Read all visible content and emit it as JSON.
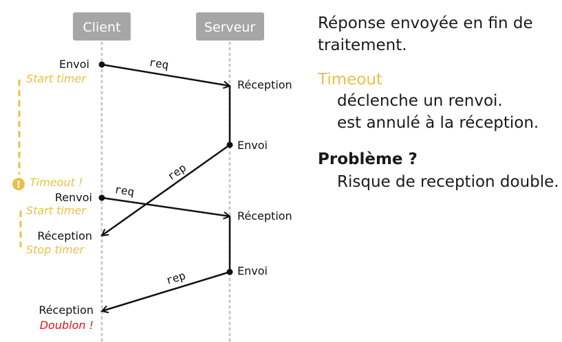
{
  "colors": {
    "actor_box": "#a6a6a6",
    "lifeline": "#c8c8c8",
    "arrow": "#111111",
    "timer": "#e8c04a",
    "alert": "#e8101a"
  },
  "actors": {
    "client": "Client",
    "server": "Serveur"
  },
  "messages": {
    "req1": "req",
    "rep1": "rep",
    "req2": "req",
    "rep2": "rep"
  },
  "client_labels": {
    "envoi": "Envoi",
    "renvoi": "Renvoi",
    "reception1": "Réception",
    "reception2": "Réception"
  },
  "server_labels": {
    "reception1": "Réception",
    "envoi1": "Envoi",
    "reception2": "Réception",
    "envoi2": "Envoi"
  },
  "timer_labels": {
    "start1": "Start timer",
    "timeout": "Timeout !",
    "timeout_icon": "!",
    "start2": "Start timer",
    "stop": "Stop timer"
  },
  "duplicate_label": "Doublon !",
  "icons": {
    "timeout": "warning-circle-icon"
  },
  "explanation": {
    "line1": "Réponse envoyée en fin de",
    "line2": "traitement.",
    "timeout_title": "Timeout",
    "timeout_item1": "déclenche un renvoi.",
    "timeout_item2": "est annulé à la réception.",
    "problem_title": "Problème ?",
    "problem_item": "Risque de reception double."
  }
}
